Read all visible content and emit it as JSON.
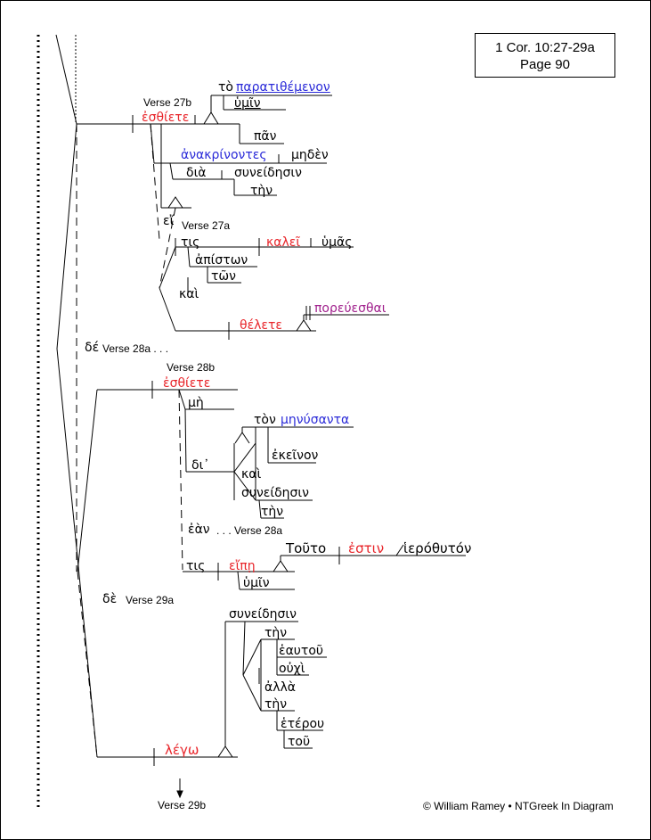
{
  "reference": {
    "line1": "1 Cor. 10:27-29a",
    "line2": "Page 90"
  },
  "labels": {
    "verse27b": "Verse 27b",
    "verse27a": "Verse 27a",
    "verse28a": "Verse 28a . . .",
    "verse28b": "Verse 28b",
    "verse28a_2": ". . . Verse 28a",
    "verse29a": "Verse 29a",
    "verse29b": "Verse 29b"
  },
  "words": {
    "to": "τὸ",
    "paratithemenon": "παρατιθέμενον",
    "humin1": "ὑμῖν",
    "esthiete1": "ἐσθίετε",
    "pan": "πᾶν",
    "anakrinontes": "ἀνακρίνοντες",
    "meden": "μηδὲν",
    "dia": "διὰ",
    "suneidesin1": "συνείδησιν",
    "ten1": "τὴν",
    "ei": "εἴ",
    "tis1": "τις",
    "kalei": "καλεῖ",
    "humas": "ὑμᾶς",
    "apiston": "ἀπίστων",
    "ton1": "τῶν",
    "kai1": "καὶ",
    "thelete": "θέλετε",
    "poreuesthai": "πορεύεσθαι",
    "de1": "δέ",
    "esthiete2": "ἐσθίετε",
    "me": "μὴ",
    "ton2": "τὸν",
    "menusanta": "μηνύσαντα",
    "di": "δι᾽",
    "ekeinon": "ἐκεῖνον",
    "kai2": "καὶ",
    "suneidesin2": "συνείδησιν",
    "ten2": "τὴν",
    "ean": "ἐὰν",
    "touto": "Τοῦτο",
    "estin": "ἐστιν",
    "hierothuton": "ἱερόθυτόν",
    "tis2": "τις",
    "eipe": "εἴπῃ",
    "humin2": "ὑμῖν",
    "de2": "δὲ",
    "suneidesin3": "συνείδησιν",
    "ten3": "τὴν",
    "heautou": "ἑαυτοῦ",
    "ouchi": "οὐχὶ",
    "alla": "ἀλλὰ",
    "ten4": "τὴν",
    "heterou": "ἑτέρου",
    "tou": "τοῦ",
    "lego": "λέγω"
  },
  "colors": {
    "verb": "#e8252a",
    "participle": "#2a2ad8",
    "infinitive": "#a0208c"
  },
  "footer": {
    "copyright": "© William Ramey • NTGreek In Diagram"
  }
}
